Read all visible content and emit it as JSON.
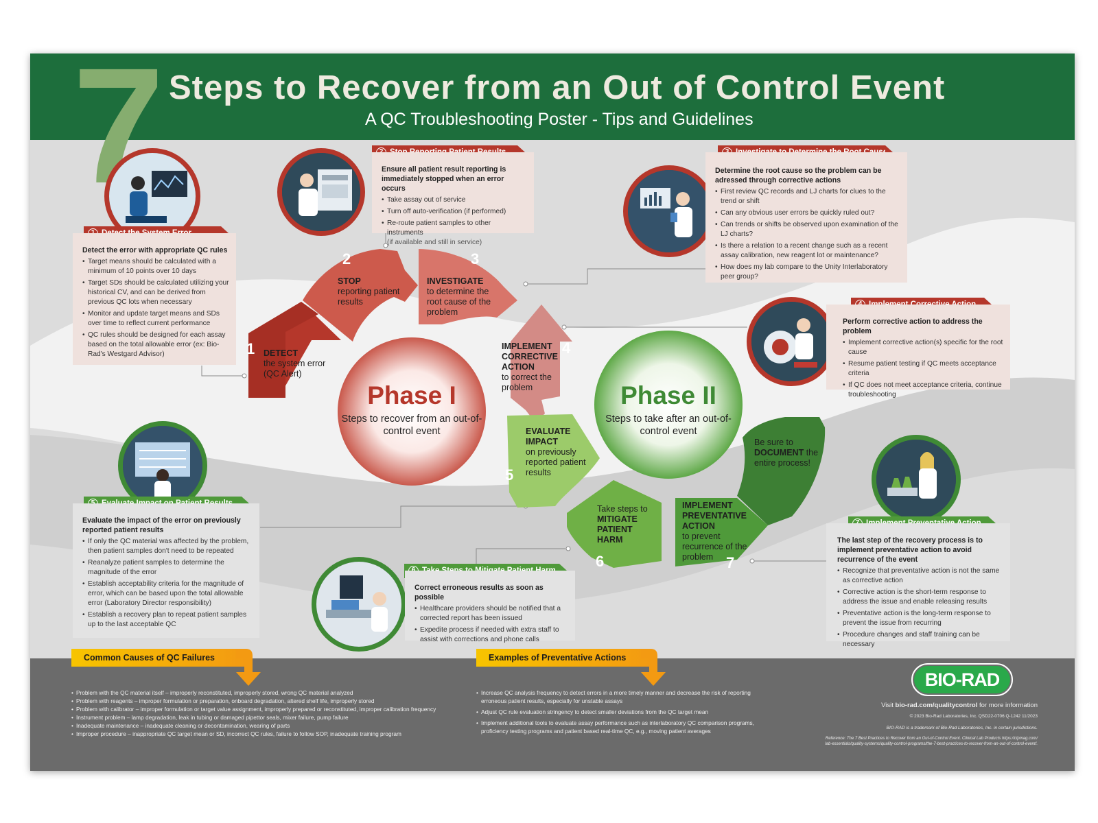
{
  "header": {
    "big_number": "7",
    "title": "Steps to Recover from an Out of Control Event",
    "subtitle": "A QC Troubleshooting Poster - Tips and Guidelines"
  },
  "steps": [
    {
      "num": "1",
      "ribbon": "Detect the System Error",
      "lead": "Detect the error with appropriate QC rules",
      "bullets": [
        "Target means should be calculated with a minimum of 10 points over 10 days",
        "Target SDs should be calculated utilizing your historical CV, and can be derived from previous QC lots when necessary",
        "Monitor and update target means and SDs over time to reflect current performance",
        "QC rules should be designed for each assay based on the total allowable error (ex: Bio-Rad's Westgard Advisor)"
      ]
    },
    {
      "num": "2",
      "ribbon": "Stop Reporting Patient Results",
      "lead": "Ensure all patient result reporting is immediately stopped when an error occurs",
      "bullets": [
        "Take assay out of service",
        "Turn off auto-verification (if performed)",
        "Re-route patient samples to other instruments"
      ],
      "note": "(if available and still in service)"
    },
    {
      "num": "3",
      "ribbon": "Investigate to Determine the Root Cause",
      "lead": "Determine the root cause so the problem can be adressed through corrective actions",
      "bullets": [
        "First review QC records and LJ charts for clues to the trend or shift",
        "Can any obvious user errors be quickly ruled out?",
        "Can trends or shifts be observed upon examination of the LJ charts?",
        "Is there a relation to a recent change such as a recent assay calibration, new reagent lot or maintenance?",
        "How does my lab compare to the Unity Interlaboratory peer group?"
      ]
    },
    {
      "num": "4",
      "ribbon": "Implement Corrective Action",
      "lead": "Perform corrective action to address the problem",
      "bullets": [
        "Implement corrective action(s) specific for the root cause",
        "Resume patient testing if QC meets acceptance criteria",
        "If QC does not meet acceptance criteria, continue troubleshooting"
      ]
    },
    {
      "num": "5",
      "ribbon": "Evaluate Impact on Patient Results",
      "lead": "Evaluate the impact of the error on previously reported patient results",
      "bullets": [
        "If only the QC material was affected by the problem, then patient samples don't need to be repeated",
        "Reanalyze patient samples to determine the magnitude of the error",
        "Establish acceptability criteria for the magnitude of error, which can be based upon the total allowable error (Laboratory Director responsibility)",
        "Establish a recovery plan to repeat patient samples up to the last acceptable QC"
      ]
    },
    {
      "num": "6",
      "ribbon": "Take Steps to Mitigate Patient Harm",
      "lead": "Correct erroneous results as soon as possible",
      "bullets": [
        "Healthcare providers should be notified that a corrected report has been issued",
        "Expedite process if needed with extra staff to assist with corrections and phone calls"
      ]
    },
    {
      "num": "7",
      "ribbon": "Implement Preventative Action",
      "lead": "The last step of the recovery process is to implement preventative action to avoid recurrence of the event",
      "bullets": [
        "Recognize that preventative action is not the same as corrective action",
        "Corrective action is the short-term response to address the issue and enable releasing results",
        "Preventative action is the long-term response to prevent the issue from recurring",
        "Procedure changes and staff training can be necessary"
      ]
    }
  ],
  "segments": {
    "s1": {
      "num": "1",
      "bold": "DETECT",
      "rest": "the system error (QC Alert)"
    },
    "s2": {
      "num": "2",
      "bold": "STOP",
      "rest": "reporting patient results"
    },
    "s3": {
      "num": "3",
      "bold": "INVESTIGATE",
      "rest": "to determine the root cause of the problem"
    },
    "s4": {
      "num": "4",
      "bold": "IMPLEMENT CORRECTIVE ACTION",
      "rest": "to correct the problem"
    },
    "s5": {
      "num": "5",
      "bold": "EVALUATE IMPACT",
      "rest": "on previously reported patient results"
    },
    "s6": {
      "num": "6",
      "pre": "Take steps to",
      "bold": "MITIGATE PATIENT HARM"
    },
    "s7": {
      "num": "7",
      "bold": "IMPLEMENT PREVENTATIVE ACTION",
      "rest": "to prevent recurrence of the problem"
    },
    "doc": {
      "pre": "Be sure to",
      "bold": "DOCUMENT",
      "rest": "the entire process!"
    }
  },
  "phases": {
    "one": {
      "title": "Phase I",
      "text": "Steps to recover from an out-of-control event"
    },
    "two": {
      "title": "Phase II",
      "text": "Steps to take after an out-of-control event"
    }
  },
  "footer": {
    "causes_title": "Common Causes of QC Failures",
    "causes": [
      "Problem with the QC material itself – improperly reconstituted, improperly stored, wrong QC material analyzed",
      "Problem with reagents – improper formulation or preparation, onboard degradation, altered shelf life, improperly stored",
      "Problem with calibrator – improper formulation or target value assignment, improperly prepared or reconstituted, improper calibration frequency",
      "Instrument problem – lamp degradation, leak in tubing or damaged pipettor seals, mixer failure, pump failure",
      "Inadequate maintenance – inadequate cleaning or decontamination, wearing of parts",
      "Improper procedure – inappropriate QC target mean or SD, incorrect QC rules, failure to follow SOP, inadequate training program"
    ],
    "prev_title": "Examples of Preventative Actions",
    "prev": [
      "Increase QC analysis frequency to detect errors in a more timely manner and decrease the risk of reporting erroneous patient results, especially for unstable assays",
      "Adjust QC rule evaluation stringency to detect smaller deviations from the QC target mean",
      "Implement additional tools to evaluate assay performance such as interlaboratory QC comparison programs, proficiency testing programs and patient based real-time QC, e.g., moving patient averages"
    ],
    "logo": "BIO-RAD",
    "visit_pre": "Visit",
    "visit_url": "bio-rad.com/qualitycontrol",
    "visit_post": "for more information",
    "copyright": "© 2023 Bio-Rad Laboratories, Inc.   QSD22-0706   Q-1242   11/2023",
    "trademark": "BIO-RAD is a trademark of Bio-Rad Laboratories, Inc. in certain jurisdictions.",
    "ref1": "Reference: The 7 Best Practices to Recover from an Out-of-Control Event. Clinical Lab Products https://clpmag.com/",
    "ref2": "lab-essentials/quality-systems/quality-control-programs/the-7-best-practices-to-recover-from-an-out-of-control-event/."
  },
  "colors": {
    "header_green": "#1d6e3c",
    "phase1_red": "#b5372b",
    "phase2_green": "#4f9a3a",
    "footer_grey": "#6b6b6b",
    "accent_orange": "#f39a12"
  }
}
